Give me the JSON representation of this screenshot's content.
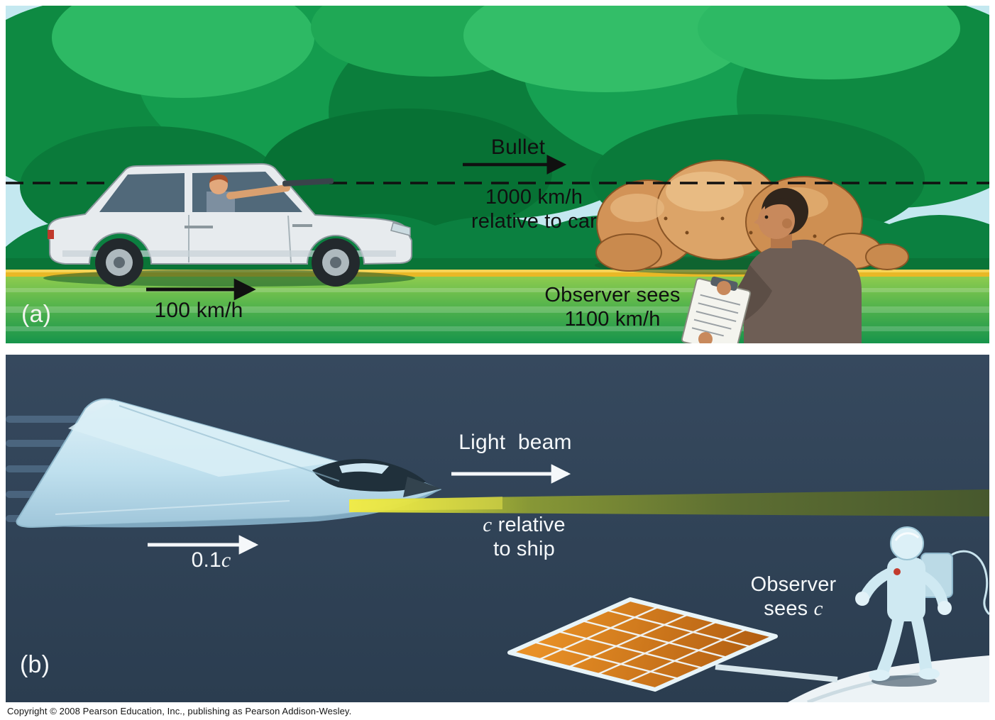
{
  "panel_a": {
    "tag": "(a)",
    "bullet_label": "Bullet",
    "bullet_speed": {
      "line1": "1000 km/h",
      "line2": "relative to car"
    },
    "car_speed": "100 km/h",
    "observer_reading": {
      "line1": "Observer sees",
      "line2": "1100 km/h"
    }
  },
  "panel_b": {
    "tag": "(b)",
    "beam_label": "Light beam",
    "beam_speed": {
      "c": "c",
      "rest": " relative",
      "line2": "to ship"
    },
    "ship_speed": {
      "value": "0.1",
      "unit": "c"
    },
    "observer_reading": {
      "line1": "Observer",
      "line2_pre": "sees ",
      "line2_c": "c"
    }
  },
  "icons": {
    "bullet_arrow": "right-arrow",
    "car_velocity_arrow": "right-arrow",
    "light_beam_arrow": "right-arrow",
    "ship_velocity_arrow": "right-arrow",
    "bullet_trajectory": "dashed-line"
  },
  "colors": {
    "foliage_green": "#0E8A42",
    "grass_green": "#54B44C",
    "road_stripe_yellow": "#E9B826",
    "rock_tan": "#D29357",
    "space_navy": "#31455C",
    "beam_yellow": "#F2EC40",
    "beam_olive": "#5F7030",
    "ship_blue": "#BFE0EE",
    "solar_panel_orange": "#D8821E",
    "label_dark": "#101010",
    "label_light": "#F5F8FA"
  },
  "copyright": "Copyright © 2008 Pearson Education, Inc., publishing as Pearson Addison-Wesley."
}
